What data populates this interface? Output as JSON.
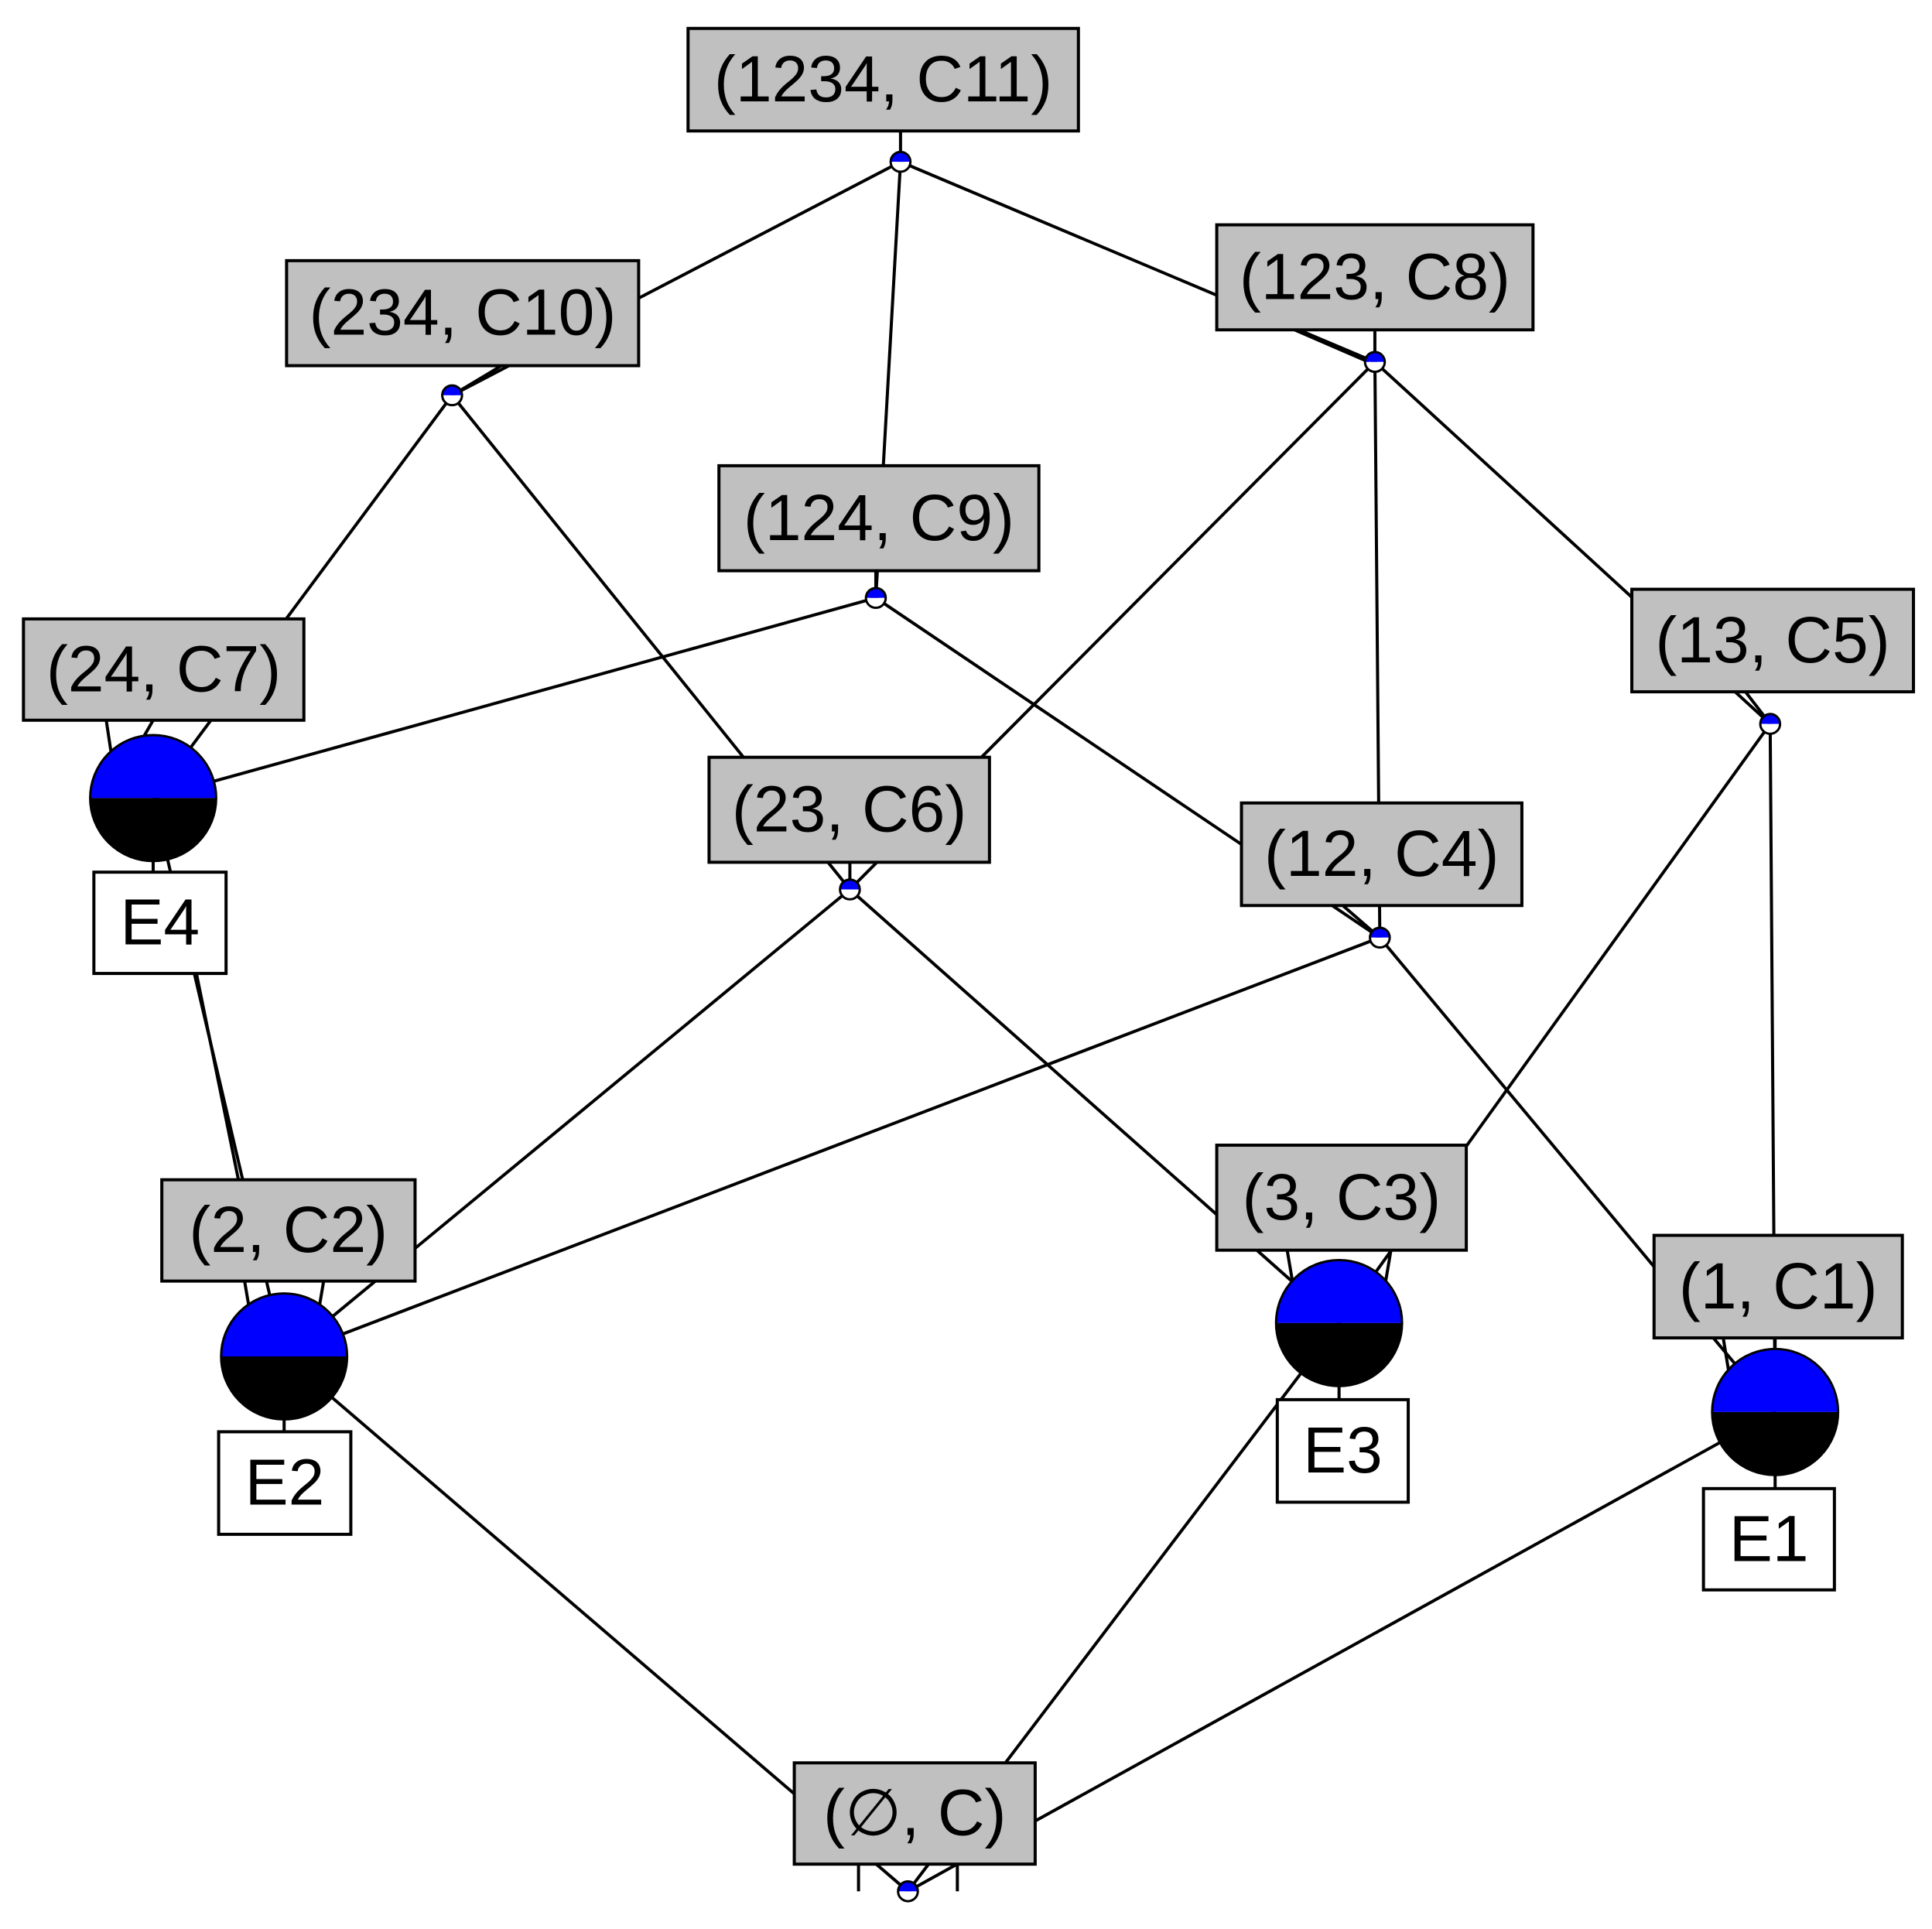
{
  "concepts": [
    {
      "id": "c11",
      "label": "(1234, C11)"
    },
    {
      "id": "c10",
      "label": "(234, C10)"
    },
    {
      "id": "c8",
      "label": "(123, C8)"
    },
    {
      "id": "c9",
      "label": "(124, C9)"
    },
    {
      "id": "c7",
      "label": "(24, C7)"
    },
    {
      "id": "c5",
      "label": "(13, C5)"
    },
    {
      "id": "c6",
      "label": "(23, C6)"
    },
    {
      "id": "c4",
      "label": "(12, C4)"
    },
    {
      "id": "c2",
      "label": "(2, C2)"
    },
    {
      "id": "c3",
      "label": "(3, C3)"
    },
    {
      "id": "c1",
      "label": "(1, C1)"
    },
    {
      "id": "c0",
      "label": "(∅, C)"
    }
  ],
  "objects": [
    {
      "id": "e4",
      "label": "E4"
    },
    {
      "id": "e2",
      "label": "E2"
    },
    {
      "id": "e3",
      "label": "E3"
    },
    {
      "id": "e1",
      "label": "E1"
    }
  ],
  "edges": [
    [
      "c11",
      "c10"
    ],
    [
      "c11",
      "c9"
    ],
    [
      "c11",
      "c8"
    ],
    [
      "c10",
      "c7"
    ],
    [
      "c10",
      "c6"
    ],
    [
      "c9",
      "c7"
    ],
    [
      "c9",
      "c4"
    ],
    [
      "c8",
      "c6"
    ],
    [
      "c8",
      "c4"
    ],
    [
      "c8",
      "c5"
    ],
    [
      "c7",
      "c2"
    ],
    [
      "c6",
      "c2"
    ],
    [
      "c6",
      "c3"
    ],
    [
      "c4",
      "c2"
    ],
    [
      "c4",
      "c1"
    ],
    [
      "c5",
      "c3"
    ],
    [
      "c5",
      "c1"
    ],
    [
      "c2",
      "c0"
    ],
    [
      "c3",
      "c0"
    ],
    [
      "c1",
      "c0"
    ]
  ],
  "colors": {
    "concept_fill": "#c0c0c0",
    "object_fill": "#ffffff",
    "node_top": "#0000ff",
    "node_bottom": "#000000",
    "edge": "#000000"
  }
}
